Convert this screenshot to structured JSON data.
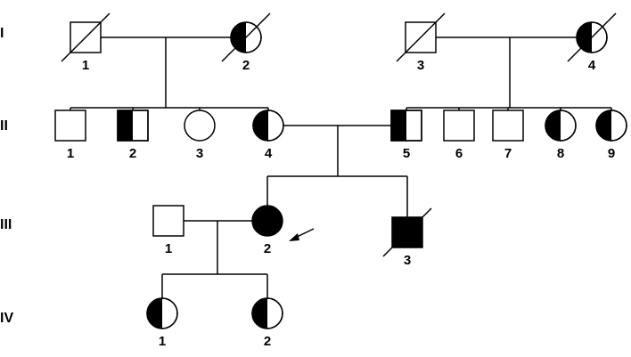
{
  "generations": [
    "I",
    "II",
    "III",
    "IV"
  ],
  "individuals": [
    {
      "id": "I-1",
      "label": "1",
      "sex": "male",
      "status": "unaffected",
      "deceased": true
    },
    {
      "id": "I-2",
      "label": "2",
      "sex": "female",
      "status": "carrier",
      "deceased": true
    },
    {
      "id": "I-3",
      "label": "3",
      "sex": "male",
      "status": "unaffected",
      "deceased": true
    },
    {
      "id": "I-4",
      "label": "4",
      "sex": "female",
      "status": "carrier",
      "deceased": true
    },
    {
      "id": "II-1",
      "label": "1",
      "sex": "male",
      "status": "unaffected",
      "deceased": false
    },
    {
      "id": "II-2",
      "label": "2",
      "sex": "male",
      "status": "carrier",
      "deceased": false
    },
    {
      "id": "II-3",
      "label": "3",
      "sex": "female",
      "status": "unaffected",
      "deceased": false
    },
    {
      "id": "II-4",
      "label": "4",
      "sex": "female",
      "status": "carrier",
      "deceased": false
    },
    {
      "id": "II-5",
      "label": "5",
      "sex": "male",
      "status": "carrier",
      "deceased": false
    },
    {
      "id": "II-6",
      "label": "6",
      "sex": "male",
      "status": "unaffected",
      "deceased": false
    },
    {
      "id": "II-7",
      "label": "7",
      "sex": "male",
      "status": "unaffected",
      "deceased": false
    },
    {
      "id": "II-8",
      "label": "8",
      "sex": "female",
      "status": "carrier",
      "deceased": false
    },
    {
      "id": "II-9",
      "label": "9",
      "sex": "female",
      "status": "carrier",
      "deceased": false
    },
    {
      "id": "III-1",
      "label": "1",
      "sex": "male",
      "status": "unaffected",
      "deceased": false
    },
    {
      "id": "III-2",
      "label": "2",
      "sex": "female",
      "status": "affected",
      "deceased": false,
      "proband": true
    },
    {
      "id": "III-3",
      "label": "3",
      "sex": "male",
      "status": "affected",
      "deceased": true
    },
    {
      "id": "IV-1",
      "label": "1",
      "sex": "female",
      "status": "carrier",
      "deceased": false
    },
    {
      "id": "IV-2",
      "label": "2",
      "sex": "female",
      "status": "carrier",
      "deceased": false
    }
  ],
  "colors": {
    "line": "#000000",
    "fill": "#000000",
    "background": "#ffffff"
  }
}
